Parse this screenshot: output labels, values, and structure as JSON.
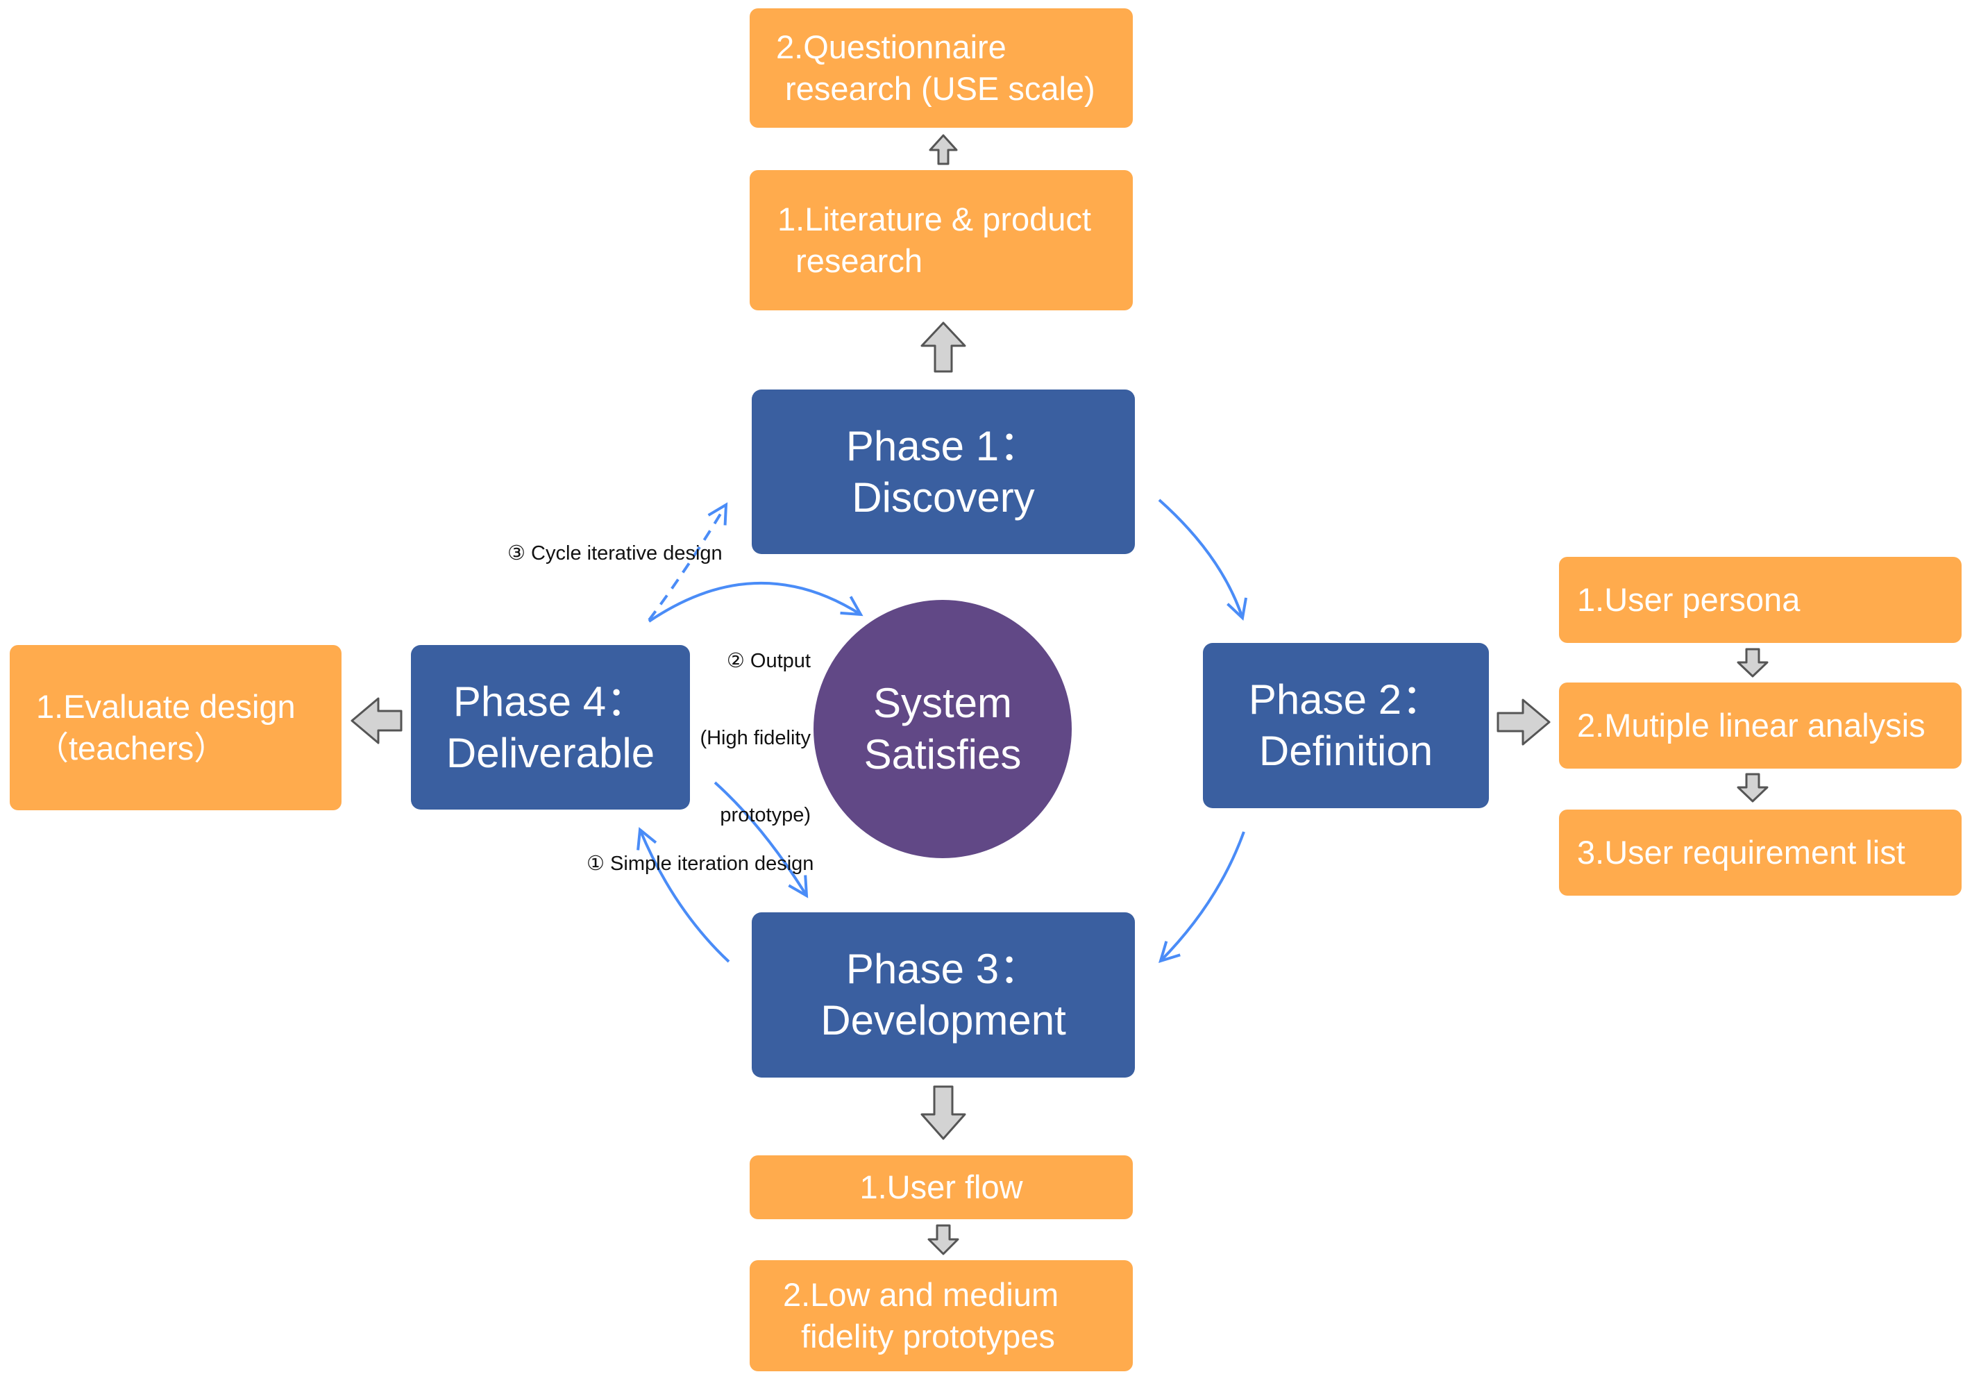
{
  "colors": {
    "phase": "#3a5fa0",
    "step": "#ffab4d",
    "center": "#614886",
    "flow_arrow": "#4a8cf7",
    "block_arrow": "#d3d3d3"
  },
  "center": {
    "line1": "System",
    "line2": "Satisfies"
  },
  "phases": {
    "p1": {
      "line1": "Phase 1：",
      "line2": "Discovery"
    },
    "p2": {
      "line1": "Phase 2：",
      "line2": "Definition"
    },
    "p3": {
      "line1": "Phase 3：",
      "line2": "Development"
    },
    "p4": {
      "line1": "Phase 4：",
      "line2": "Deliverable"
    }
  },
  "discovery_steps": {
    "questionnaire": {
      "line1": "2.Questionnaire",
      "line2": " research (USE scale)"
    },
    "literature": {
      "line1": "1.Literature & product",
      "line2": "  research"
    }
  },
  "definition_steps": {
    "persona": "1.User persona",
    "linear": "2.Mutiple linear analysis",
    "requirements": "3.User requirement list"
  },
  "development_steps": {
    "user_flow": "1.User flow",
    "prototypes": {
      "line1": "2.Low and medium",
      "line2": "  fidelity prototypes"
    }
  },
  "deliverable_steps": {
    "evaluate": {
      "line1": "1.Evaluate design",
      "line2": "（teachers）"
    }
  },
  "annotations": {
    "cycle": "③ Cycle iterative design",
    "output": {
      "line1": "② Output",
      "line2": "(High fidelity",
      "line3": "prototype)"
    },
    "simple": "① Simple iteration design"
  },
  "icons": {
    "flow_arrows": "curved-arrow-icon",
    "block_arrows": "block-arrow-icon"
  }
}
